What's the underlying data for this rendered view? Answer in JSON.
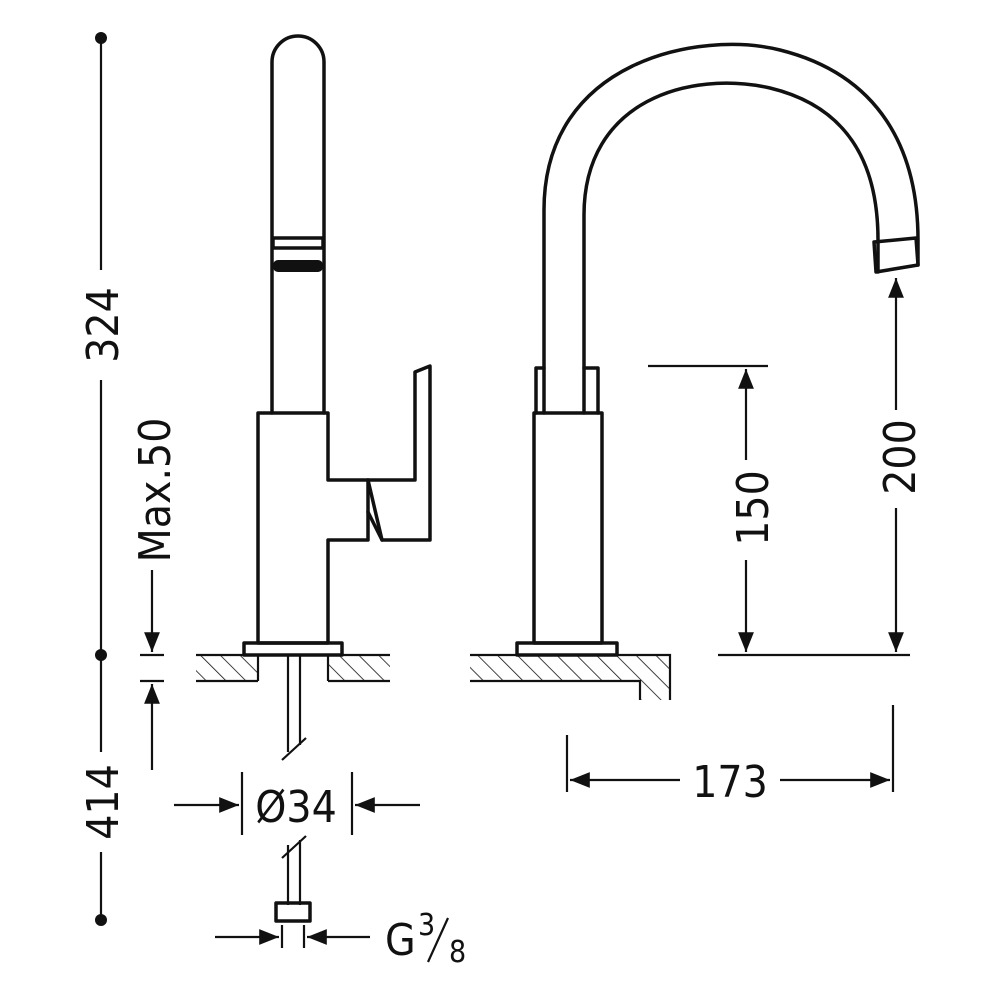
{
  "drawing": {
    "dimensions": {
      "height_upper": "324",
      "height_lower": "414",
      "max_thickness": "Max.50",
      "base_diameter": "Ø34",
      "connection": "G",
      "connection_num": "3",
      "connection_den": "8",
      "body_height": "150",
      "spout_height": "200",
      "spout_reach": "173"
    },
    "colors": {
      "line": "#111111",
      "background": "#ffffff"
    }
  }
}
